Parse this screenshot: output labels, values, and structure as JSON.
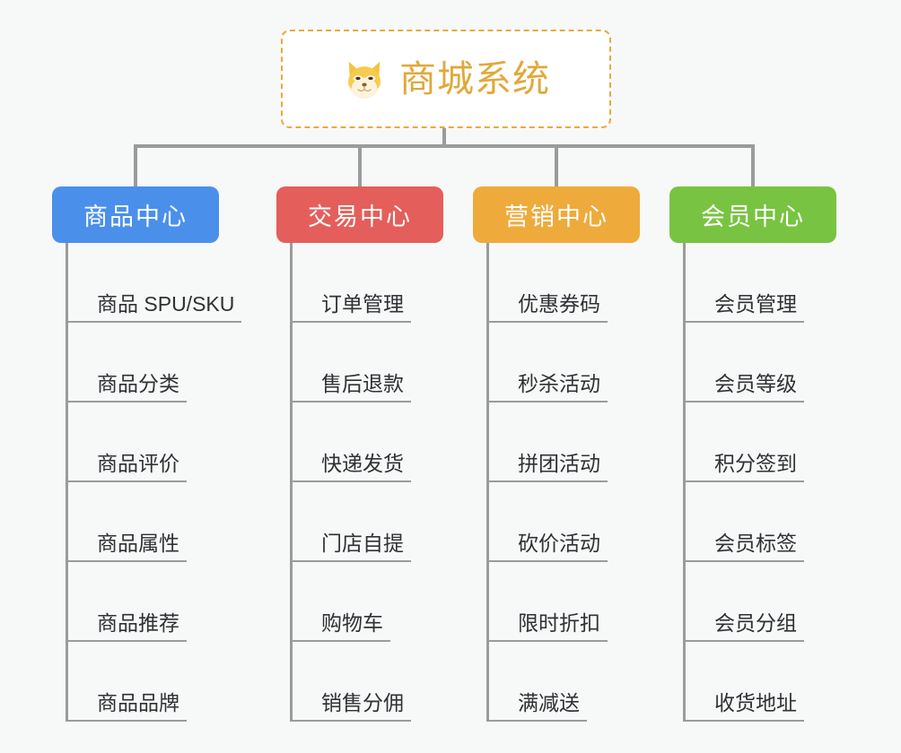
{
  "root": {
    "title": "商城系统",
    "icon": "shiba-dog-face-icon",
    "border_color": "#e9a93f",
    "text_color": "#e0a93c"
  },
  "columns": [
    {
      "id": "product-center",
      "title": "商品中心",
      "color": "#4a90ea",
      "items": [
        {
          "label": "商品 SPU/SKU"
        },
        {
          "label": "商品分类"
        },
        {
          "label": "商品评价"
        },
        {
          "label": "商品属性"
        },
        {
          "label": "商品推荐"
        },
        {
          "label": "商品品牌"
        }
      ]
    },
    {
      "id": "trade-center",
      "title": "交易中心",
      "color": "#e45f5b",
      "items": [
        {
          "label": "订单管理"
        },
        {
          "label": "售后退款"
        },
        {
          "label": "快递发货"
        },
        {
          "label": "门店自提"
        },
        {
          "label": "购物车"
        },
        {
          "label": "销售分佣"
        }
      ]
    },
    {
      "id": "marketing-center",
      "title": "营销中心",
      "color": "#eeab3c",
      "items": [
        {
          "label": "优惠券码"
        },
        {
          "label": "秒杀活动"
        },
        {
          "label": "拼团活动"
        },
        {
          "label": "砍价活动"
        },
        {
          "label": "限时折扣"
        },
        {
          "label": "满减送"
        }
      ]
    },
    {
      "id": "member-center",
      "title": "会员中心",
      "color": "#79c342",
      "items": [
        {
          "label": "会员管理"
        },
        {
          "label": "会员等级"
        },
        {
          "label": "积分签到"
        },
        {
          "label": "会员标签"
        },
        {
          "label": "会员分组"
        },
        {
          "label": "收货地址"
        }
      ]
    }
  ],
  "canvas": {
    "background": "#f7f8f8",
    "line_color": "#9b9b9b",
    "leaf_text_color": "#2f3135"
  }
}
